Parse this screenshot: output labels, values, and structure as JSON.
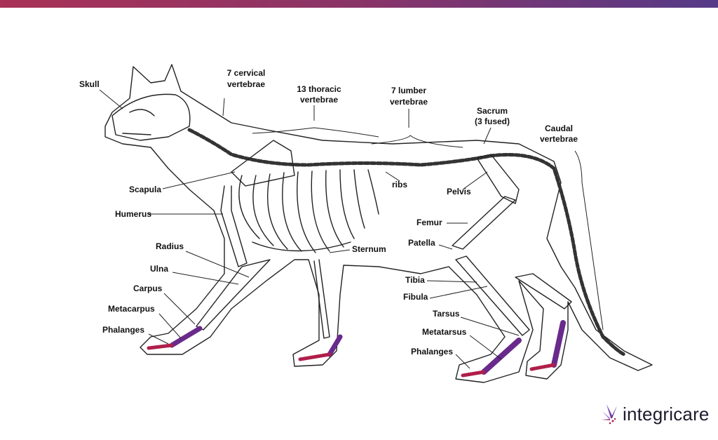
{
  "brand": {
    "name": "integricare",
    "gradient_start": "#a93256",
    "gradient_end": "#553a88",
    "accent_bone": "#6a2a8c",
    "paw_color": "#b01e4a"
  },
  "labels": {
    "skull": "Skull",
    "cervical_1": "7 cervical",
    "cervical_2": "vertebrae",
    "thoracic_1": "13 thoracic",
    "thoracic_2": "vertebrae",
    "lumbar_1": "7 lumber",
    "lumbar_2": "vertebrae",
    "sacrum_1": "Sacrum",
    "sacrum_2": "(3 fused)",
    "caudal_1": "Caudal",
    "caudal_2": "vertebrae",
    "scapula": "Scapula",
    "humerus": "Humerus",
    "radius": "Radius",
    "ulna": "Ulna",
    "carpus": "Carpus",
    "metacarpus": "Metacarpus",
    "phalanges_front": "Phalanges",
    "ribs": "ribs",
    "pelvis": "Pelvis",
    "sternum": "Sternum",
    "femur": "Femur",
    "patella": "Patella",
    "tibia": "Tibia",
    "fibula": "Fibula",
    "tarsus": "Tarsus",
    "metatarsus": "Metatarsus",
    "phalanges_hind": "Phalanges"
  }
}
